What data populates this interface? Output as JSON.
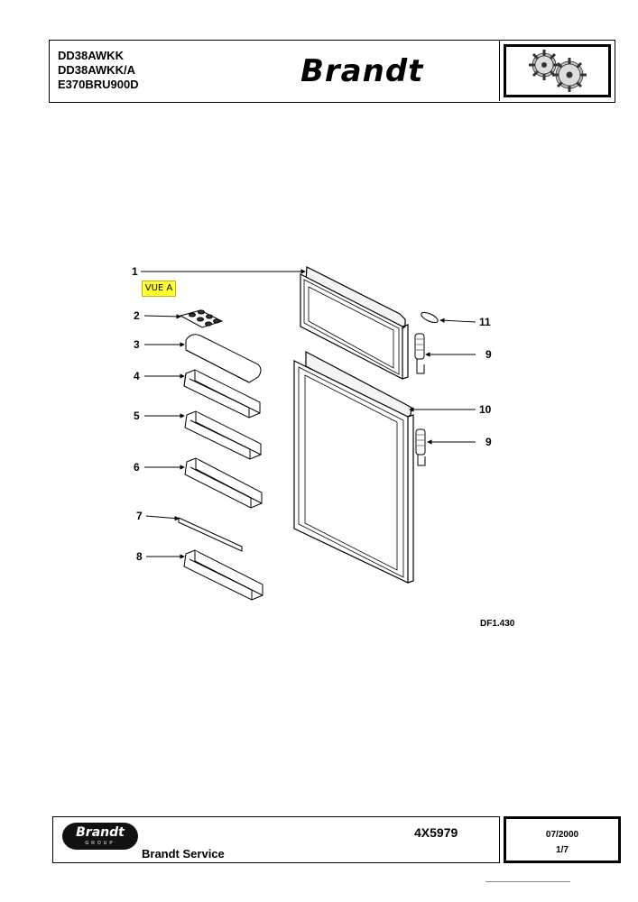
{
  "header": {
    "models": [
      "DD38AWKK",
      "DD38AWKK/A",
      "E370BRU900D"
    ],
    "brand": "Brandt",
    "gear_icon": "gears-icon"
  },
  "diagram": {
    "vue_label": "VUE A",
    "reference": "DF1.430",
    "callouts": [
      "1",
      "2",
      "3",
      "4",
      "5",
      "6",
      "7",
      "8",
      "9",
      "9",
      "10",
      "11"
    ]
  },
  "footer": {
    "logo_word": "Brandt",
    "logo_sub": "GROUP",
    "service": "Brandt Service",
    "doc_number": "4X5979",
    "date": "07/2000",
    "page": "1/7"
  }
}
